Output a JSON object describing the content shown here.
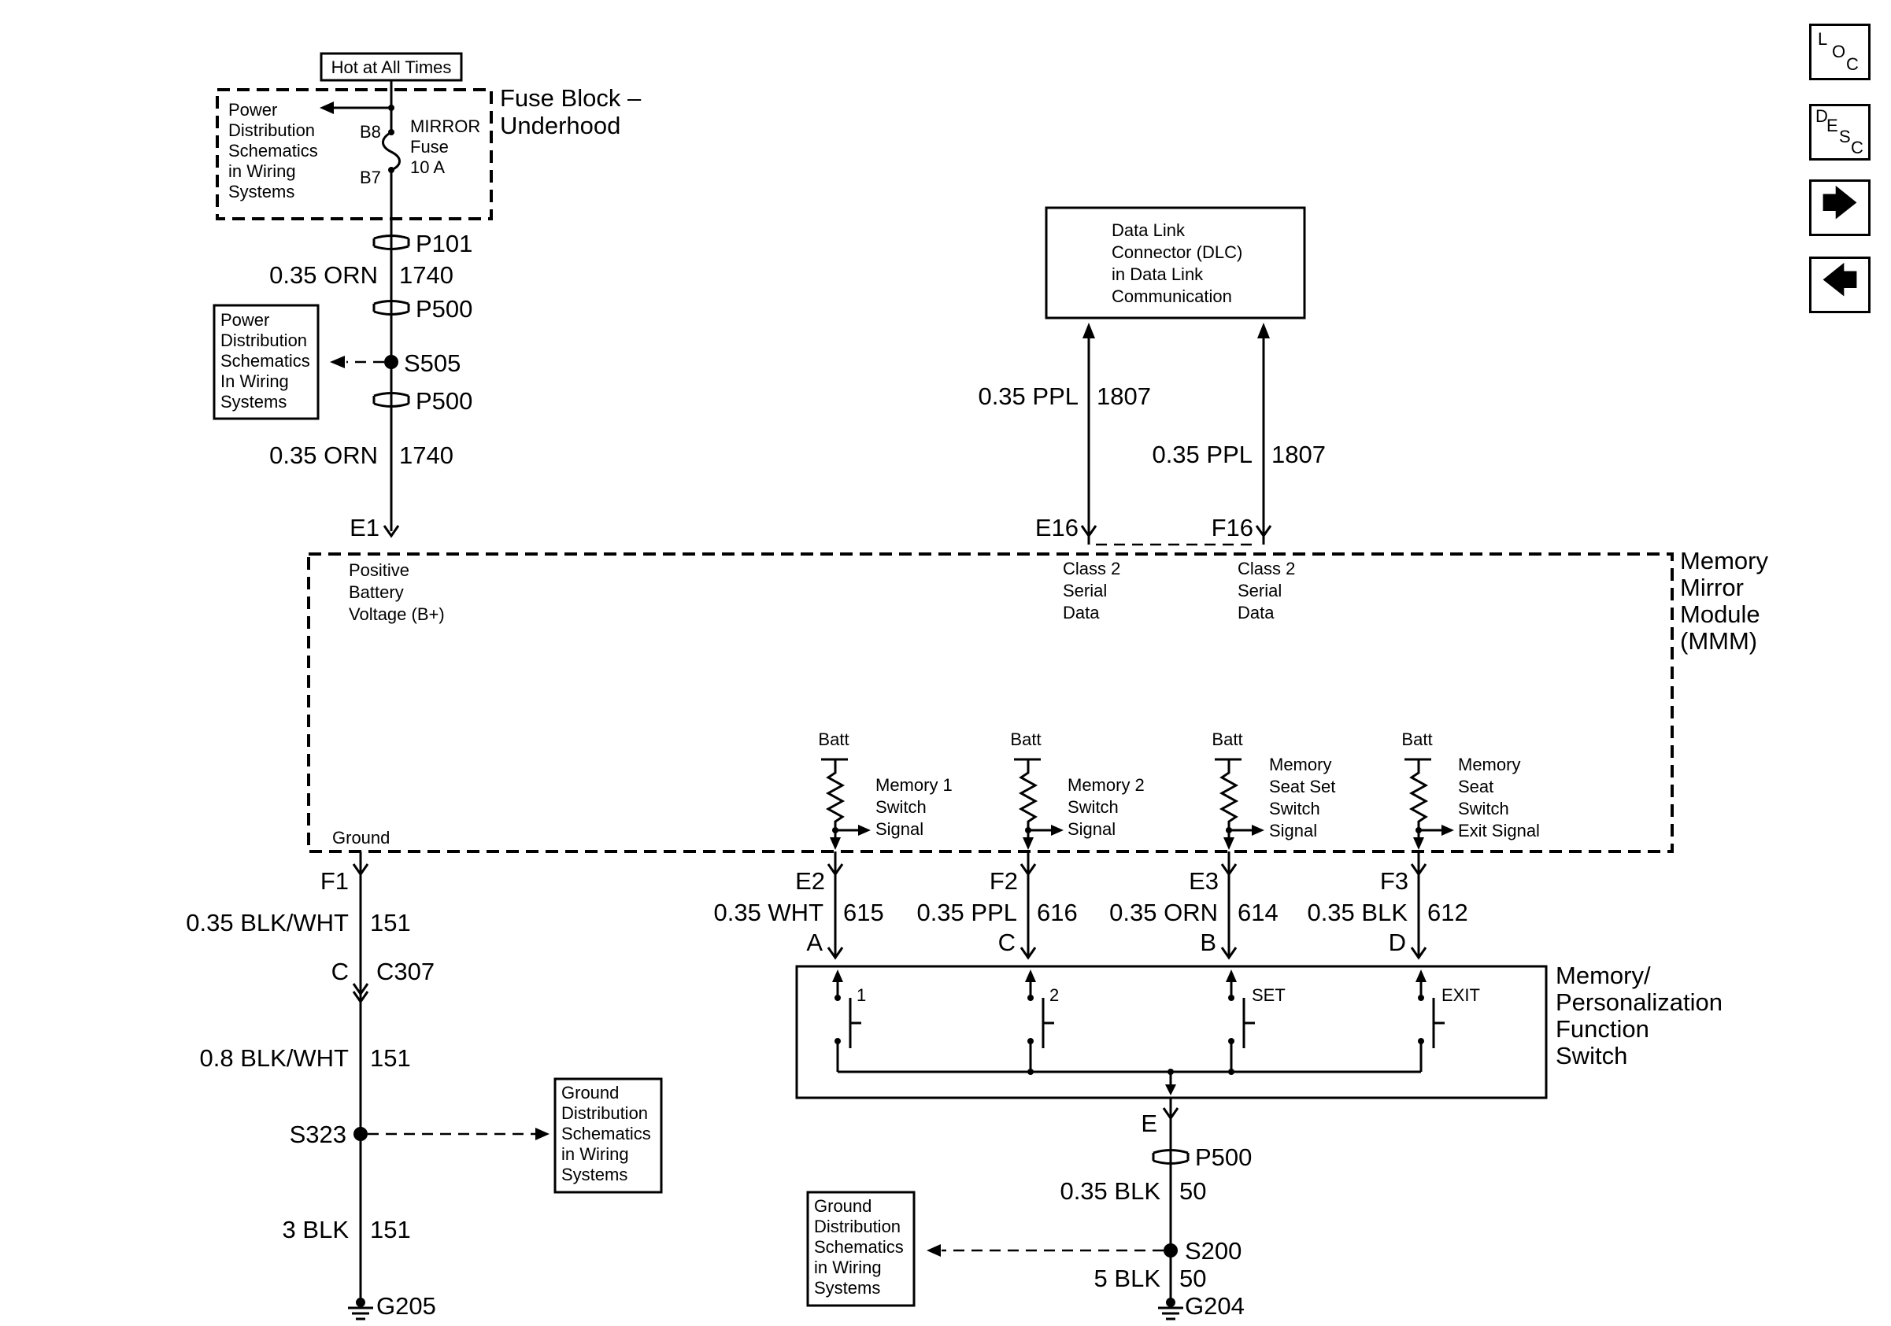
{
  "nav": {
    "loc": [
      "L",
      "O",
      "C"
    ],
    "desc": [
      "D",
      "E",
      "S",
      "C"
    ],
    "next_icon": "right-arrow-icon",
    "prev_icon": "left-arrow-icon",
    "next_glyph": "🡆",
    "prev_glyph": "🡄"
  },
  "fuse_block": {
    "hot_label": "Hot at All Times",
    "title": [
      "Fuse Block –",
      "Underhood"
    ],
    "power_ref": [
      "Power",
      "Distribution",
      "Schematics",
      "in Wiring",
      "Systems"
    ],
    "fuse_name": [
      "MIRROR",
      "Fuse",
      "10 A"
    ],
    "pin_in": "B8",
    "pin_out": "B7"
  },
  "left_power": {
    "p101": "P101",
    "wire1": {
      "gauge_color": "0.35 ORN",
      "circuit": "1740"
    },
    "p500_a": "P500",
    "splice": "S505",
    "p500_b": "P500",
    "wire2": {
      "gauge_color": "0.35 ORN",
      "circuit": "1740"
    },
    "power_ref": [
      "Power",
      "Distribution",
      "Schematics",
      "In Wiring",
      "Systems"
    ],
    "pin": "E1"
  },
  "dlc": {
    "box": [
      "Data Link",
      "Connector (DLC)",
      "in Data Link",
      "Communication"
    ],
    "wire_a": {
      "gauge_color": "0.35 PPL",
      "circuit": "1807"
    },
    "wire_b": {
      "gauge_color": "0.35 PPL",
      "circuit": "1807"
    },
    "pin_a": "E16",
    "pin_b": "F16"
  },
  "module": {
    "title": [
      "Memory",
      "Mirror",
      "Module",
      "(MMM)"
    ],
    "bplus": [
      "Positive",
      "Battery",
      "Voltage (B+)"
    ],
    "class2_a": [
      "Class 2",
      "Serial",
      "Data"
    ],
    "class2_b": [
      "Class 2",
      "Serial",
      "Data"
    ],
    "ground": "Ground",
    "signals": [
      {
        "batt": "Batt",
        "label": [
          "Memory 1",
          "Switch",
          "Signal"
        ]
      },
      {
        "batt": "Batt",
        "label": [
          "Memory 2",
          "Switch",
          "Signal"
        ]
      },
      {
        "batt": "Batt",
        "label": [
          "Memory",
          "Seat Set",
          "Switch",
          "Signal"
        ]
      },
      {
        "batt": "Batt",
        "label": [
          "Memory",
          "Seat",
          "Switch",
          "Exit Signal"
        ]
      }
    ]
  },
  "switch_wires": [
    {
      "pin": "E2",
      "gauge_color": "0.35 WHT",
      "circuit": "615",
      "switch_pin": "A",
      "switch_label": "1"
    },
    {
      "pin": "F2",
      "gauge_color": "0.35 PPL",
      "circuit": "616",
      "switch_pin": "C",
      "switch_label": "2"
    },
    {
      "pin": "E3",
      "gauge_color": "0.35 ORN",
      "circuit": "614",
      "switch_pin": "B",
      "switch_label": "SET"
    },
    {
      "pin": "F3",
      "gauge_color": "0.35 BLK",
      "circuit": "612",
      "switch_pin": "D",
      "switch_label": "EXIT"
    }
  ],
  "switch": {
    "title": [
      "Memory/",
      "Personalization",
      "Function",
      "Switch"
    ],
    "ground_pin": "E",
    "p500": "P500",
    "wire1": {
      "gauge_color": "0.35 BLK",
      "circuit": "50"
    },
    "splice": "S200",
    "wire2": {
      "gauge_color": "5 BLK",
      "circuit": "50"
    },
    "ground": "G204",
    "ground_ref": [
      "Ground",
      "Distribution",
      "Schematics",
      "in Wiring",
      "Systems"
    ]
  },
  "left_ground": {
    "pin": "F1",
    "wire1": {
      "gauge_color": "0.35 BLK/WHT",
      "circuit": "151"
    },
    "conn_pin": "C",
    "connector": "C307",
    "wire2": {
      "gauge_color": "0.8 BLK/WHT",
      "circuit": "151"
    },
    "splice": "S323",
    "wire3": {
      "gauge_color": "3 BLK",
      "circuit": "151"
    },
    "ground": "G205",
    "ground_ref": [
      "Ground",
      "Distribution",
      "Schematics",
      "in Wiring",
      "Systems"
    ]
  }
}
